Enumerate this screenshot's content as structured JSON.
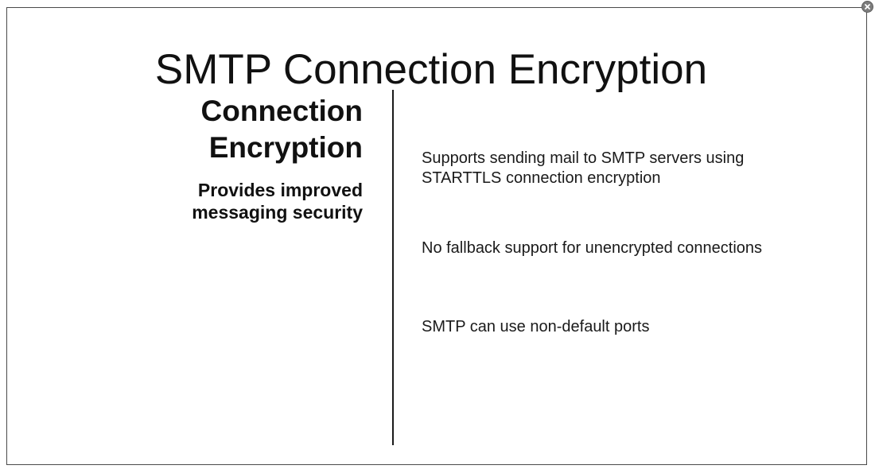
{
  "slide": {
    "title": "SMTP Connection Encryption",
    "left_heading_line1": "Connection",
    "left_heading_line2": "Encryption",
    "left_sub_line1": "Provides improved",
    "left_sub_line2": "messaging security",
    "bullets": [
      {
        "line1": "Supports sending mail to SMTP servers using",
        "line2": "STARTTLS connection encryption"
      },
      {
        "line1": "No fallback support for unencrypted connections"
      },
      {
        "line1": "SMTP can use non-default ports"
      }
    ]
  },
  "viewer": {
    "close_icon": "close-icon",
    "colors": {
      "frame_border": "#4a4a4a",
      "close_button": "#7d7d7d",
      "text": "#111111"
    }
  }
}
